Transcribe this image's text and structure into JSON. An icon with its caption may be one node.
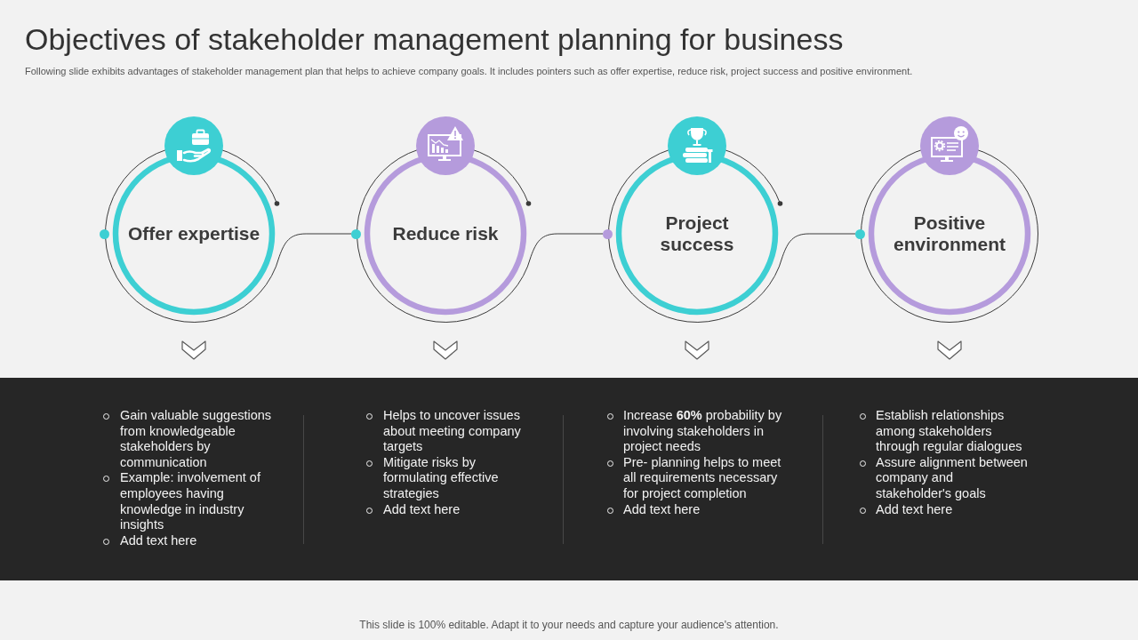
{
  "diagram": {
    "title": "Objectives of stakeholder management planning for business",
    "nodes": [
      {
        "text": [
          "Offer expertise"
        ]
      },
      {
        "text": [
          "Reduce risk"
        ]
      },
      {
        "text": [
          "Project success"
        ]
      },
      {
        "text": [
          "Positive environment"
        ]
      }
    ],
    "edges": [
      {
        "from": 0,
        "to": 1,
        "arrow": "none"
      },
      {
        "from": 1,
        "to": 2,
        "arrow": "none"
      },
      {
        "from": 2,
        "to": 3,
        "arrow": "none"
      }
    ],
    "labels": [
      "Following slide exhibits advantages of stakeholder management plan that helps to achieve company goals. It includes pointers such as offer expertise, reduce risk, project success and positive environment.",
      "Gain valuable suggestions from knowledgeable stakeholders by communication",
      "Example: involvement of employees having knowledge in industry insights",
      "Add text here",
      "Helps to uncover issues about meeting company targets",
      "Mitigate risks by formulating effective strategies",
      "Add text here",
      "Increase **60%** probability by involving stakeholders in project needs",
      "Pre- planning helps to meet all requirements necessary for project completion",
      "Add text here",
      "Establish relationships among stakeholders through regular dialogues",
      "Assure alignment between company and stakeholder's goals",
      "Add text here",
      "This slide is 100% editable. Adapt it to your needs and capture your audience's attention."
    ]
  }
}
